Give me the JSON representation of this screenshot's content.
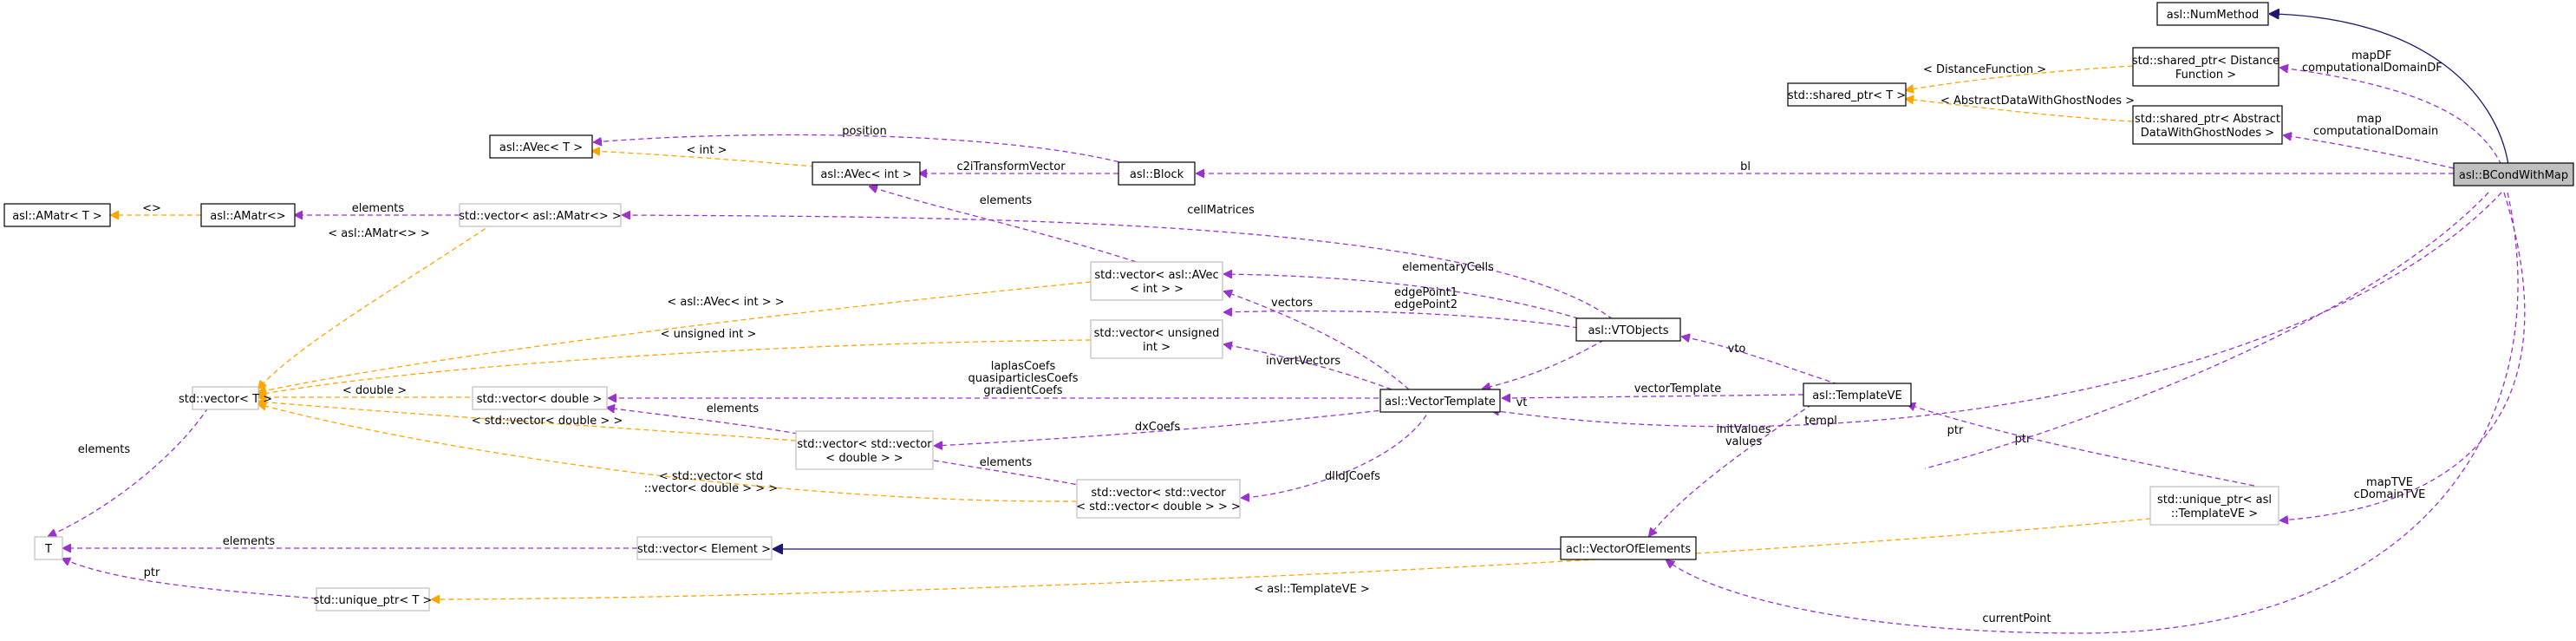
{
  "colors": {
    "member": "#9a32cd",
    "template": "#ffa500",
    "inherit": "#191970",
    "main_fill": "#bfbfbf",
    "grey_border": "#bfbfbf",
    "solid_border": "#000000"
  },
  "nodes": {
    "numMethod": "asl::NumMethod",
    "bCondWithMap": "asl::BCondWithMap",
    "sharedDist": [
      "std::shared_ptr< Distance",
      "Function >"
    ],
    "sharedT": "std::shared_ptr< T >",
    "sharedAbs": [
      "std::shared_ptr< Abstract",
      "DataWithGhostNodes >"
    ],
    "avecT": "asl::AVec< T >",
    "block": "asl::Block",
    "avecInt": "asl::AVec< int >",
    "amatrT": "asl::AMatr< T >",
    "amatr": "asl::AMatr<>",
    "vecAmatr": "std::vector< asl::AMatr<> >",
    "vecAvec": [
      "std::vector< asl::AVec",
      "< int > >"
    ],
    "vecUnsigned": [
      "std::vector< unsigned",
      "int >"
    ],
    "vtObjects": "asl::VTObjects",
    "vecT": "std::vector< T >",
    "vecDouble": "std::vector< double >",
    "vectorTemplate": "asl::VectorTemplate",
    "templateVE": "asl::TemplateVE",
    "vecVecDouble": [
      "std::vector< std::vector",
      "< double > >"
    ],
    "vecVecVecDouble": [
      "std::vector< std::vector",
      "< std::vector< double > > >"
    ],
    "uniqueTemplateVE": [
      "std::unique_ptr< asl",
      "::TemplateVE >"
    ],
    "T": "T",
    "vecElement": "std::vector< Element >",
    "vectorOfElements": "acl::VectorOfElements",
    "uniqueT": "std::unique_ptr< T >"
  },
  "edges": {
    "mapDF": [
      "mapDF",
      "computationalDomainDF"
    ],
    "distFunc": "< DistanceFunction >",
    "absData": "< AbstractDataWithGhostNodes >",
    "map": [
      "map",
      "computationalDomain"
    ],
    "position": "position",
    "int": "< int >",
    "bl": "bl",
    "c2iTransformVector": "c2iTransformVector",
    "amatrTpl": "<>",
    "elemAmatr": "elements",
    "amatrVec": "< asl::AMatr<> >",
    "elemAvec": "elements",
    "cellMatrices": "cellMatrices",
    "avecIntVec": "< asl::AVec< int > >",
    "elementaryCells": "elementaryCells",
    "edgePoints": [
      "edgePoint1",
      "edgePoint2"
    ],
    "vectors": "vectors",
    "unsignedInt": "< unsigned int >",
    "vto": "vto",
    "doubleTpl": "< double >",
    "coefs": [
      "laplasCoefs",
      "quasiparticlesCoefs",
      "gradientCoefs"
    ],
    "invertVectors": "invertVectors",
    "vt": "vt",
    "vectorTemplate": "vectorTemplate",
    "elemVecT": "elements",
    "vecDoubleTpl": "< std::vector< double > >",
    "elemDouble": "elements",
    "dxCoefs": "dxCoefs",
    "ptr1": "ptr",
    "templ": "templ",
    "initValues": [
      "initValues",
      "values"
    ],
    "vecVecTpl": [
      "< std::vector< std",
      "::vector< double > > >"
    ],
    "dlldCoefs": "dlldJCoefs",
    "elemDoubleVec": "elements",
    "mapTVE": [
      "mapTVE",
      "cDomainTVE"
    ],
    "elemT": "elements",
    "ptr2": "ptr",
    "templateVETpl": "< asl::TemplateVE >",
    "currentPoint": "currentPoint"
  }
}
